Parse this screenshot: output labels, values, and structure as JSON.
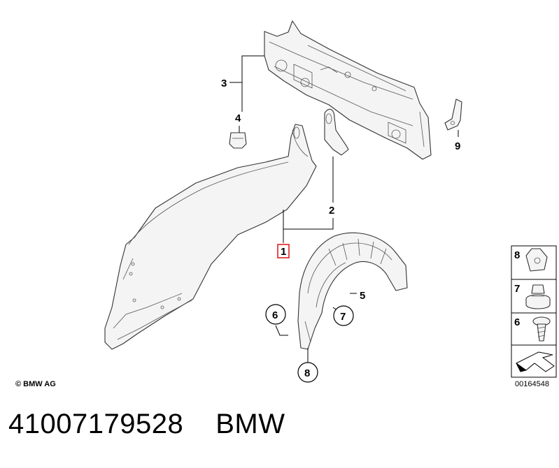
{
  "diagram": {
    "callouts": {
      "c1": "1",
      "c2": "2",
      "c3": "3",
      "c4": "4",
      "c5": "5",
      "c6": "6",
      "c7": "7",
      "c8": "8",
      "c9": "9"
    },
    "highlight_color": "#e0201f",
    "copyright": "© BMW AG",
    "legend": {
      "items": [
        {
          "num": "8",
          "icon": "clip-nut-icon"
        },
        {
          "num": "7",
          "icon": "expanding-nut-icon"
        },
        {
          "num": "6",
          "icon": "screw-icon"
        }
      ],
      "diagram_id": "00164548"
    }
  },
  "footer": {
    "part_number": "41007179528",
    "brand": "BMW"
  }
}
